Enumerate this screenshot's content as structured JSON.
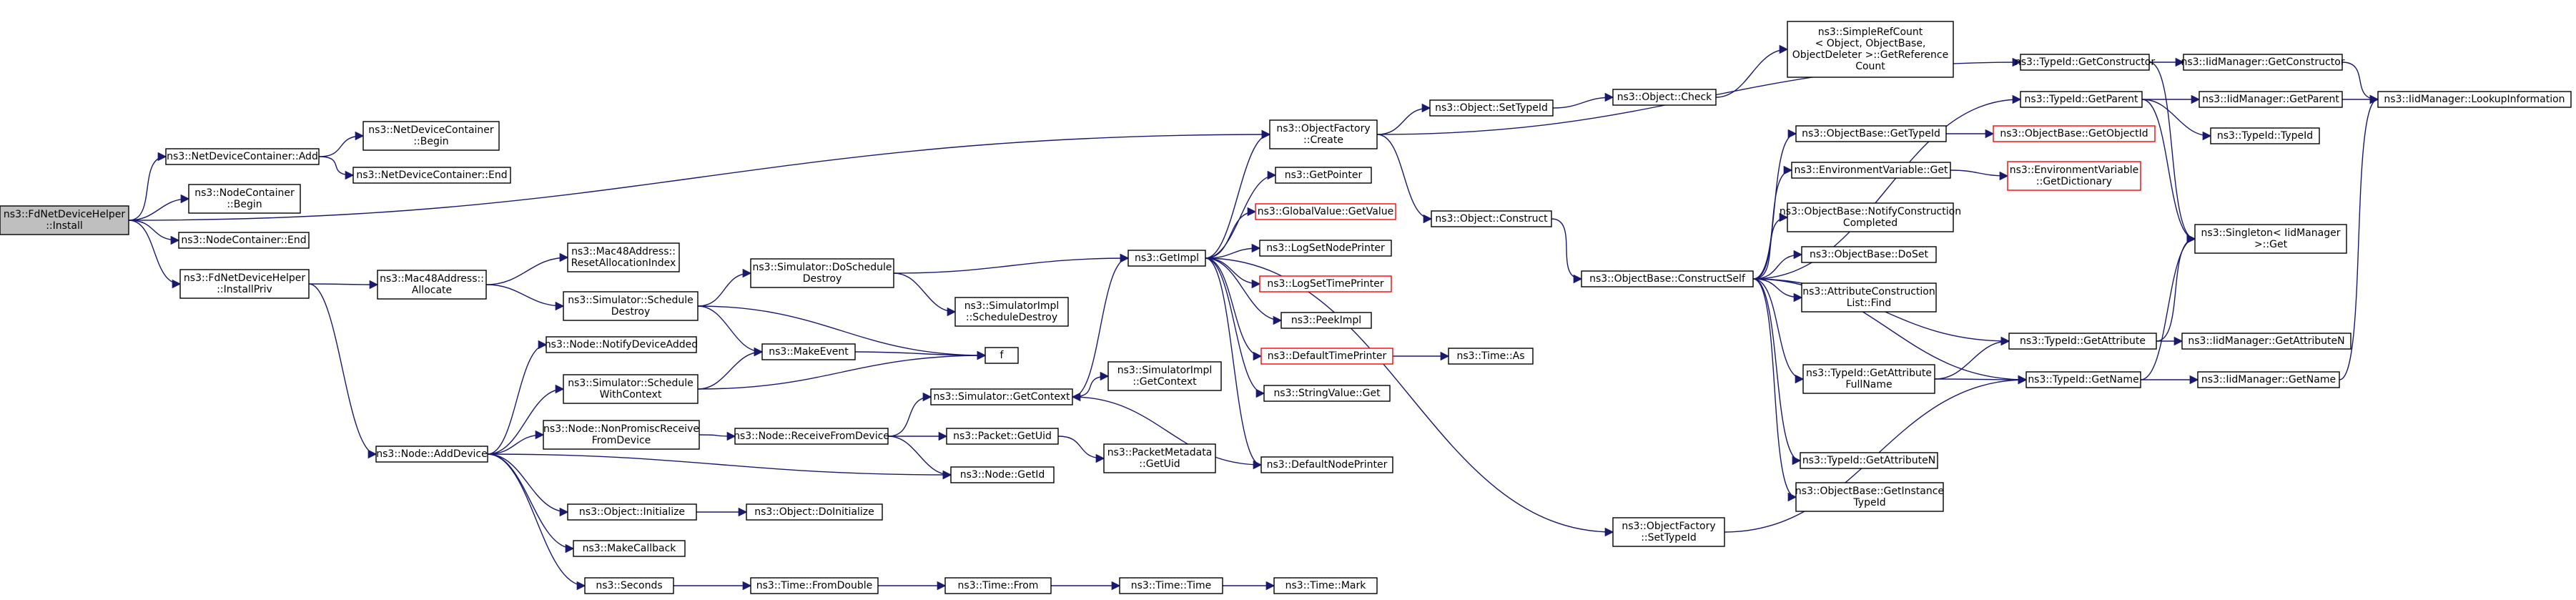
{
  "colors": {
    "edge": "#191970",
    "node_border": "#000000",
    "node_border_truncated": "#ff0000",
    "node_fill": "#ffffff",
    "root_fill": "#bfbfbf"
  },
  "nodes": [
    {
      "id": "root",
      "lines": [
        "ns3::FdNetDeviceHelper",
        "::Install"
      ],
      "root": true
    },
    {
      "id": "ndc_add",
      "lines": [
        "ns3::NetDeviceContainer::Add"
      ]
    },
    {
      "id": "ndc_begin",
      "lines": [
        "ns3::NetDeviceContainer",
        "::Begin"
      ]
    },
    {
      "id": "ndc_end",
      "lines": [
        "ns3::NetDeviceContainer::End"
      ]
    },
    {
      "id": "nc_begin",
      "lines": [
        "ns3::NodeContainer",
        "::Begin"
      ]
    },
    {
      "id": "nc_end",
      "lines": [
        "ns3::NodeContainer::End"
      ]
    },
    {
      "id": "install_priv",
      "lines": [
        "ns3::FdNetDeviceHelper",
        "::InstallPriv"
      ]
    },
    {
      "id": "mac_alloc",
      "lines": [
        "ns3::Mac48Address::",
        "Allocate"
      ]
    },
    {
      "id": "mac_reset",
      "lines": [
        "ns3::Mac48Address::",
        "ResetAllocationIndex"
      ]
    },
    {
      "id": "sim_sched_destroy",
      "lines": [
        "ns3::Simulator::Schedule",
        "Destroy"
      ]
    },
    {
      "id": "sim_do_sched_destroy",
      "lines": [
        "ns3::Simulator::DoSchedule",
        "Destroy"
      ]
    },
    {
      "id": "simimpl_sched_destroy",
      "lines": [
        "ns3::SimulatorImpl",
        "::ScheduleDestroy"
      ]
    },
    {
      "id": "make_event",
      "lines": [
        "ns3::MakeEvent"
      ]
    },
    {
      "id": "f",
      "lines": [
        "f"
      ]
    },
    {
      "id": "node_notify",
      "lines": [
        "ns3::Node::NotifyDeviceAdded"
      ]
    },
    {
      "id": "sim_sched_ctx",
      "lines": [
        "ns3::Simulator::Schedule",
        "WithContext"
      ]
    },
    {
      "id": "node_nonprom",
      "lines": [
        "ns3::Node::NonPromiscReceive",
        "FromDevice"
      ]
    },
    {
      "id": "node_recv",
      "lines": [
        "ns3::Node::ReceiveFromDevice"
      ]
    },
    {
      "id": "node_add_device",
      "lines": [
        "ns3::Node::AddDevice"
      ]
    },
    {
      "id": "sim_get_ctx",
      "lines": [
        "ns3::Simulator::GetContext"
      ]
    },
    {
      "id": "simimpl_get_ctx",
      "lines": [
        "ns3::SimulatorImpl",
        "::GetContext"
      ]
    },
    {
      "id": "packet_uid",
      "lines": [
        "ns3::Packet::GetUid"
      ]
    },
    {
      "id": "pktmeta_uid",
      "lines": [
        "ns3::PacketMetadata",
        "::GetUid"
      ]
    },
    {
      "id": "node_getid",
      "lines": [
        "ns3::Node::GetId"
      ]
    },
    {
      "id": "obj_init",
      "lines": [
        "ns3::Object::Initialize"
      ]
    },
    {
      "id": "obj_doinit",
      "lines": [
        "ns3::Object::DoInitialize"
      ]
    },
    {
      "id": "make_callback",
      "lines": [
        "ns3::MakeCallback"
      ]
    },
    {
      "id": "seconds",
      "lines": [
        "ns3::Seconds"
      ]
    },
    {
      "id": "time_fromdouble",
      "lines": [
        "ns3::Time::FromDouble"
      ]
    },
    {
      "id": "time_from",
      "lines": [
        "ns3::Time::From"
      ]
    },
    {
      "id": "time_time",
      "lines": [
        "ns3::Time::Time"
      ]
    },
    {
      "id": "time_mark",
      "lines": [
        "ns3::Time::Mark"
      ]
    },
    {
      "id": "of_create",
      "lines": [
        "ns3::ObjectFactory",
        "::Create"
      ]
    },
    {
      "id": "get_pointer",
      "lines": [
        "ns3::GetPointer"
      ]
    },
    {
      "id": "gv_getvalue",
      "lines": [
        "ns3::GlobalValue::GetValue"
      ],
      "truncated": true
    },
    {
      "id": "log_node_printer",
      "lines": [
        "ns3::LogSetNodePrinter"
      ]
    },
    {
      "id": "log_time_printer",
      "lines": [
        "ns3::LogSetTimePrinter"
      ],
      "truncated": true
    },
    {
      "id": "get_impl",
      "lines": [
        "ns3::GetImpl"
      ]
    },
    {
      "id": "peek_impl",
      "lines": [
        "ns3::PeekImpl"
      ]
    },
    {
      "id": "default_time_printer",
      "lines": [
        "ns3::DefaultTimePrinter"
      ],
      "truncated": true
    },
    {
      "id": "time_as",
      "lines": [
        "ns3::Time::As"
      ]
    },
    {
      "id": "stringvalue_get",
      "lines": [
        "ns3::StringValue::Get"
      ]
    },
    {
      "id": "default_node_printer",
      "lines": [
        "ns3::DefaultNodePrinter"
      ]
    },
    {
      "id": "obj_settypeid",
      "lines": [
        "ns3::Object::SetTypeId"
      ]
    },
    {
      "id": "obj_check",
      "lines": [
        "ns3::Object::Check"
      ]
    },
    {
      "id": "refcount",
      "lines": [
        "ns3::SimpleRefCount",
        "< Object, ObjectBase,",
        "ObjectDeleter >::GetReference",
        "Count"
      ]
    },
    {
      "id": "obj_construct",
      "lines": [
        "ns3::Object::Construct"
      ]
    },
    {
      "id": "objbase_construct_self",
      "lines": [
        "ns3::ObjectBase::ConstructSelf"
      ]
    },
    {
      "id": "of_settypeid",
      "lines": [
        "ns3::ObjectFactory",
        "::SetTypeId"
      ]
    },
    {
      "id": "ob_gettypeid",
      "lines": [
        "ns3::ObjectBase::GetTypeId"
      ]
    },
    {
      "id": "ob_getobjectid",
      "lines": [
        "ns3::ObjectBase::GetObjectId"
      ],
      "truncated": true
    },
    {
      "id": "env_get",
      "lines": [
        "ns3::EnvironmentVariable::Get"
      ]
    },
    {
      "id": "env_dict",
      "lines": [
        "ns3::EnvironmentVariable",
        "::GetDictionary"
      ],
      "truncated": true
    },
    {
      "id": "ob_notify",
      "lines": [
        "ns3::ObjectBase::NotifyConstruction",
        "Completed"
      ]
    },
    {
      "id": "ob_doset",
      "lines": [
        "ns3::ObjectBase::DoSet"
      ]
    },
    {
      "id": "acl_find",
      "lines": [
        "ns3::AttributeConstruction",
        "List::Find"
      ]
    },
    {
      "id": "tid_attr_fullname",
      "lines": [
        "ns3::TypeId::GetAttribute",
        "FullName"
      ]
    },
    {
      "id": "tid_getattrn",
      "lines": [
        "ns3::TypeId::GetAttributeN"
      ]
    },
    {
      "id": "ob_getinstance",
      "lines": [
        "ns3::ObjectBase::GetInstance",
        "TypeId"
      ]
    },
    {
      "id": "tid_getctor",
      "lines": [
        "ns3::TypeId::GetConstructor"
      ]
    },
    {
      "id": "tid_getparent",
      "lines": [
        "ns3::TypeId::GetParent"
      ]
    },
    {
      "id": "tid_typeid",
      "lines": [
        "ns3::TypeId::TypeId"
      ]
    },
    {
      "id": "tid_getattr",
      "lines": [
        "ns3::TypeId::GetAttribute"
      ]
    },
    {
      "id": "tid_getname",
      "lines": [
        "ns3::TypeId::GetName"
      ]
    },
    {
      "id": "iid_getctor",
      "lines": [
        "ns3::IidManager::GetConstructor"
      ]
    },
    {
      "id": "iid_getparent",
      "lines": [
        "ns3::IidManager::GetParent"
      ]
    },
    {
      "id": "iid_lookup",
      "lines": [
        "ns3::IidManager::LookupInformation"
      ]
    },
    {
      "id": "singleton_get",
      "lines": [
        "ns3::Singleton< IidManager",
        ">::Get"
      ]
    },
    {
      "id": "iid_getattrn",
      "lines": [
        "ns3::IidManager::GetAttributeN"
      ]
    },
    {
      "id": "iid_getname",
      "lines": [
        "ns3::IidManager::GetName"
      ]
    }
  ],
  "edges": [
    [
      "root",
      "ndc_add"
    ],
    [
      "root",
      "nc_begin"
    ],
    [
      "root",
      "nc_end"
    ],
    [
      "root",
      "install_priv"
    ],
    [
      "root",
      "of_create"
    ],
    [
      "ndc_add",
      "ndc_begin"
    ],
    [
      "ndc_add",
      "ndc_end"
    ],
    [
      "install_priv",
      "mac_alloc"
    ],
    [
      "install_priv",
      "node_add_device"
    ],
    [
      "mac_alloc",
      "mac_reset"
    ],
    [
      "mac_alloc",
      "sim_sched_destroy"
    ],
    [
      "sim_sched_destroy",
      "sim_do_sched_destroy"
    ],
    [
      "sim_sched_destroy",
      "make_event"
    ],
    [
      "sim_sched_destroy",
      "f"
    ],
    [
      "sim_do_sched_destroy",
      "simimpl_sched_destroy"
    ],
    [
      "sim_do_sched_destroy",
      "get_impl"
    ],
    [
      "make_event",
      "f"
    ],
    [
      "node_add_device",
      "node_notify"
    ],
    [
      "node_add_device",
      "sim_sched_ctx"
    ],
    [
      "node_add_device",
      "node_nonprom"
    ],
    [
      "node_add_device",
      "node_getid"
    ],
    [
      "node_add_device",
      "obj_init"
    ],
    [
      "node_add_device",
      "make_callback"
    ],
    [
      "node_add_device",
      "seconds"
    ],
    [
      "sim_sched_ctx",
      "make_event"
    ],
    [
      "sim_sched_ctx",
      "f"
    ],
    [
      "node_nonprom",
      "node_recv"
    ],
    [
      "node_recv",
      "sim_get_ctx"
    ],
    [
      "node_recv",
      "packet_uid"
    ],
    [
      "node_recv",
      "node_getid"
    ],
    [
      "sim_get_ctx",
      "get_impl"
    ],
    [
      "sim_get_ctx",
      "simimpl_get_ctx"
    ],
    [
      "packet_uid",
      "pktmeta_uid"
    ],
    [
      "obj_init",
      "obj_doinit"
    ],
    [
      "seconds",
      "time_fromdouble"
    ],
    [
      "time_fromdouble",
      "time_from"
    ],
    [
      "time_from",
      "time_time"
    ],
    [
      "time_time",
      "time_mark"
    ],
    [
      "get_impl",
      "of_create"
    ],
    [
      "get_impl",
      "get_pointer"
    ],
    [
      "get_impl",
      "gv_getvalue"
    ],
    [
      "get_impl",
      "log_node_printer"
    ],
    [
      "get_impl",
      "log_time_printer"
    ],
    [
      "get_impl",
      "peek_impl"
    ],
    [
      "get_impl",
      "default_time_printer"
    ],
    [
      "get_impl",
      "stringvalue_get"
    ],
    [
      "get_impl",
      "default_node_printer"
    ],
    [
      "get_impl",
      "of_settypeid"
    ],
    [
      "default_time_printer",
      "time_as"
    ],
    [
      "default_node_printer",
      "sim_get_ctx"
    ],
    [
      "of_create",
      "obj_settypeid"
    ],
    [
      "of_create",
      "obj_construct"
    ],
    [
      "of_create",
      "tid_getctor"
    ],
    [
      "obj_settypeid",
      "obj_check"
    ],
    [
      "obj_check",
      "refcount"
    ],
    [
      "obj_construct",
      "objbase_construct_self"
    ],
    [
      "objbase_construct_self",
      "ob_gettypeid"
    ],
    [
      "objbase_construct_self",
      "env_get"
    ],
    [
      "objbase_construct_self",
      "ob_notify"
    ],
    [
      "objbase_construct_self",
      "ob_doset"
    ],
    [
      "objbase_construct_self",
      "acl_find"
    ],
    [
      "objbase_construct_self",
      "tid_attr_fullname"
    ],
    [
      "objbase_construct_self",
      "tid_getattrn"
    ],
    [
      "objbase_construct_self",
      "ob_getinstance"
    ],
    [
      "objbase_construct_self",
      "tid_getparent"
    ],
    [
      "objbase_construct_self",
      "tid_getattr"
    ],
    [
      "objbase_construct_self",
      "tid_getname"
    ],
    [
      "ob_gettypeid",
      "ob_getobjectid"
    ],
    [
      "env_get",
      "env_dict"
    ],
    [
      "tid_attr_fullname",
      "tid_getattr"
    ],
    [
      "tid_attr_fullname",
      "tid_getname"
    ],
    [
      "of_settypeid",
      "tid_getname"
    ],
    [
      "tid_getctor",
      "iid_getctor"
    ],
    [
      "tid_getctor",
      "singleton_get"
    ],
    [
      "tid_getparent",
      "iid_getparent"
    ],
    [
      "tid_getparent",
      "tid_typeid"
    ],
    [
      "tid_getparent",
      "singleton_get"
    ],
    [
      "tid_getattr",
      "iid_getattrn"
    ],
    [
      "tid_getattr",
      "singleton_get"
    ],
    [
      "tid_getname",
      "iid_getname"
    ],
    [
      "tid_getname",
      "singleton_get"
    ],
    [
      "iid_getctor",
      "iid_lookup"
    ],
    [
      "iid_getparent",
      "iid_lookup"
    ],
    [
      "iid_getname",
      "iid_lookup"
    ]
  ]
}
